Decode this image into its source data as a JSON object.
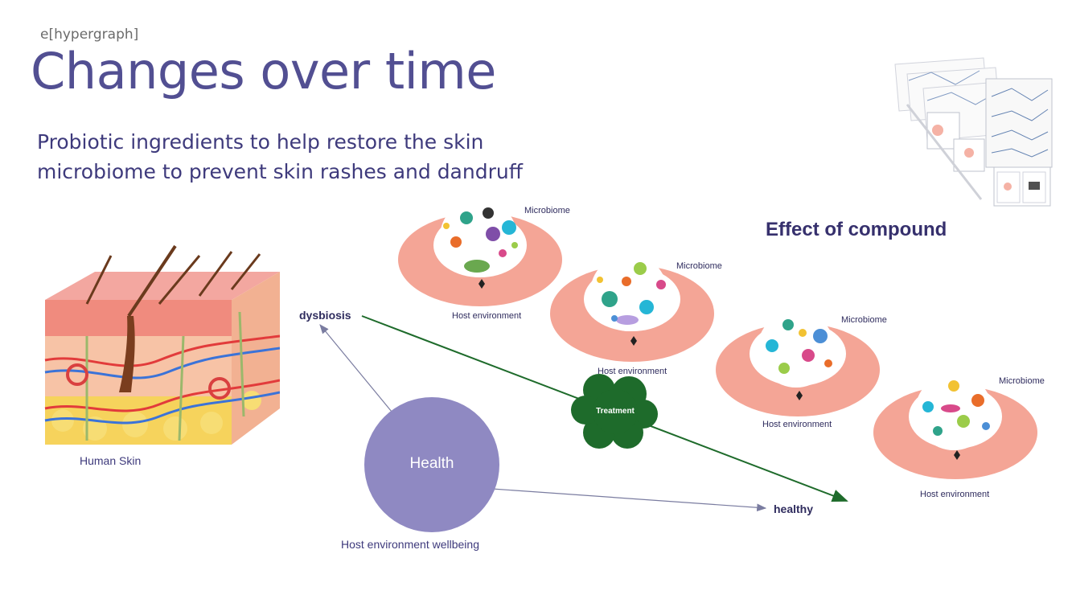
{
  "brand": "e[hypergraph]",
  "title": "Changes over time",
  "subtitle_line1": "Probiotic ingredients to help restore the skin",
  "subtitle_line2": "microbiome to prevent skin rashes and dandruff",
  "effect_title": "Effect of compound",
  "skin_label": "Human Skin",
  "dysbiosis_label": "dysbiosis",
  "healthy_label": "healthy",
  "health_label": "Health",
  "wellbeing_label": "Host environment wellbeing",
  "treatment_label": "Treatment",
  "stages": [
    {
      "microbiome": "Microbiome",
      "host": "Host environment"
    },
    {
      "microbiome": "Microbiome",
      "host": "Host environment"
    },
    {
      "microbiome": "Microbiome",
      "host": "Host environment"
    },
    {
      "microbiome": "Microbiome",
      "host": "Host environment"
    }
  ],
  "colors": {
    "title": "#524f92",
    "host_ring": "#f4a596",
    "health_circle": "#8f89c2",
    "treatment": "#1e6b2b",
    "trend_arrow": "#1e6b2b",
    "axis_arrow": "#7a7ca0"
  }
}
